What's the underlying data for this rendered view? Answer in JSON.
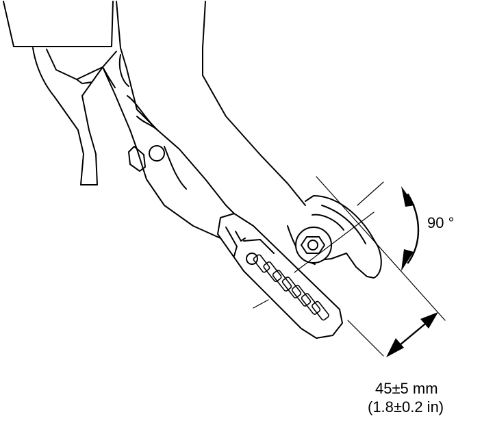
{
  "annotations": {
    "angle": "90 °",
    "distance_mm": "45±5 mm",
    "distance_in": "(1.8±0.2 in)"
  },
  "colors": {
    "line": "#000000",
    "fill": "#ffffff"
  }
}
